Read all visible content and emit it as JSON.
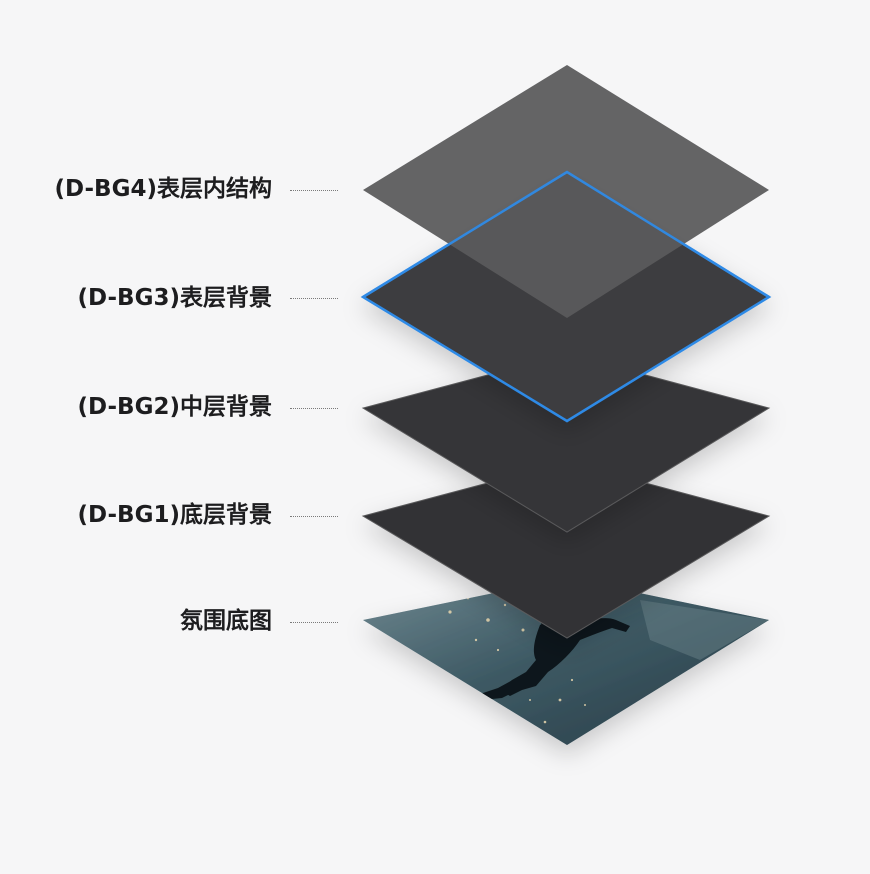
{
  "diagram": {
    "layers": [
      {
        "label": "(D-BG4)表层内结构",
        "fill": "#565656",
        "highlighted": false
      },
      {
        "label": "(D-BG3)表层背景",
        "fill": "#3e3e3f",
        "highlighted": true,
        "outline_color": "#2f8ae6"
      },
      {
        "label": "(D-BG2)中层背景",
        "fill": "#363637",
        "highlighted": false
      },
      {
        "label": "(D-BG1)底层背景",
        "fill": "#333334",
        "highlighted": false
      },
      {
        "label": "氛围底图",
        "fill": "#4f6b75",
        "highlighted": false,
        "is_image": true
      }
    ]
  }
}
